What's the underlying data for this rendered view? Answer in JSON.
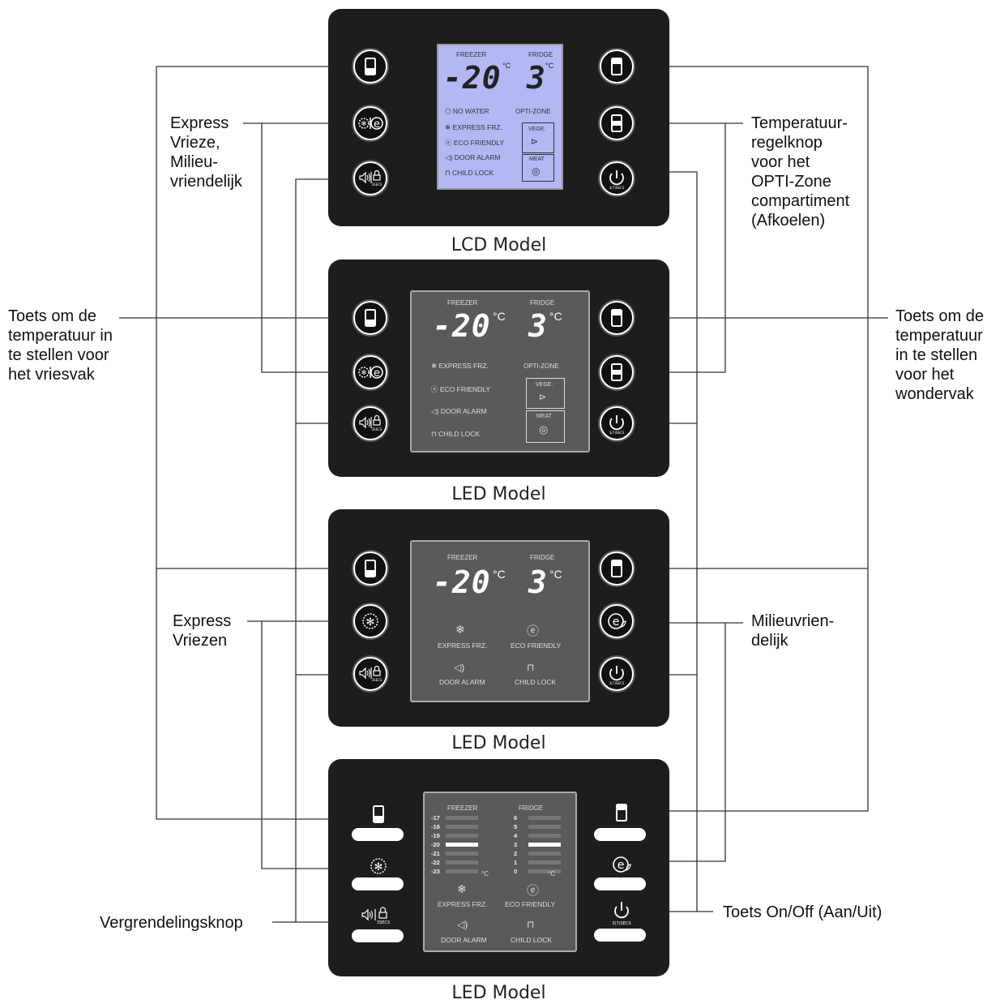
{
  "labels": {
    "express_eco": "Express\nVrieze,\nMilieu-\nvriendelijk",
    "opti_zone": "Temperatuur-\nregelknop\nvoor het\nOPTI-Zone\ncompartiment\n(Afkoelen)",
    "freezer_temp": "Toets om de\ntemperatuur in\nte stellen voor\nhet vriesvak",
    "fridge_temp": "Toets om de\ntemperatuur\nin te stellen\nvoor het\nwondervak",
    "express_freeze": "Express\nVriezen",
    "eco": "Milieuvrien-\ndelijk",
    "lock": "Vergrendelingsknop",
    "power": "Toets On/Off (Aan/Uit)"
  },
  "models": [
    "LCD Model",
    "LED Model",
    "LED Model",
    "LED Model"
  ],
  "display": {
    "freezer": "FREEZER",
    "fridge": "FRIDGE",
    "freezer_temp": "-20",
    "fridge_temp": "3",
    "unit": "°C",
    "no_water": "NO WATER",
    "opti_zone": "OPTI-ZONE",
    "express_frz": "EXPRESS FRZ.",
    "eco_friendly": "ECO FRIENDLY",
    "door_alarm": "DOOR ALARM",
    "child_lock": "CHILD LOCK",
    "vege": "VEGE.",
    "meat": "MEAT",
    "secs_3": "3SECS",
    "secs_37": "3(7)SECS"
  },
  "bar_scale": {
    "freezer_levels": [
      "-17",
      "-18",
      "-19",
      "-20",
      "-21",
      "-22",
      "-23"
    ],
    "fridge_levels": [
      "6",
      "5",
      "4",
      "3",
      "2",
      "1",
      "0"
    ],
    "freezer_selected": "-20",
    "fridge_selected": "3"
  },
  "colors": {
    "panel": "#1d1d1d",
    "lcd_screen": "#b3b7f3",
    "led_screen": "#5a5a5a"
  }
}
